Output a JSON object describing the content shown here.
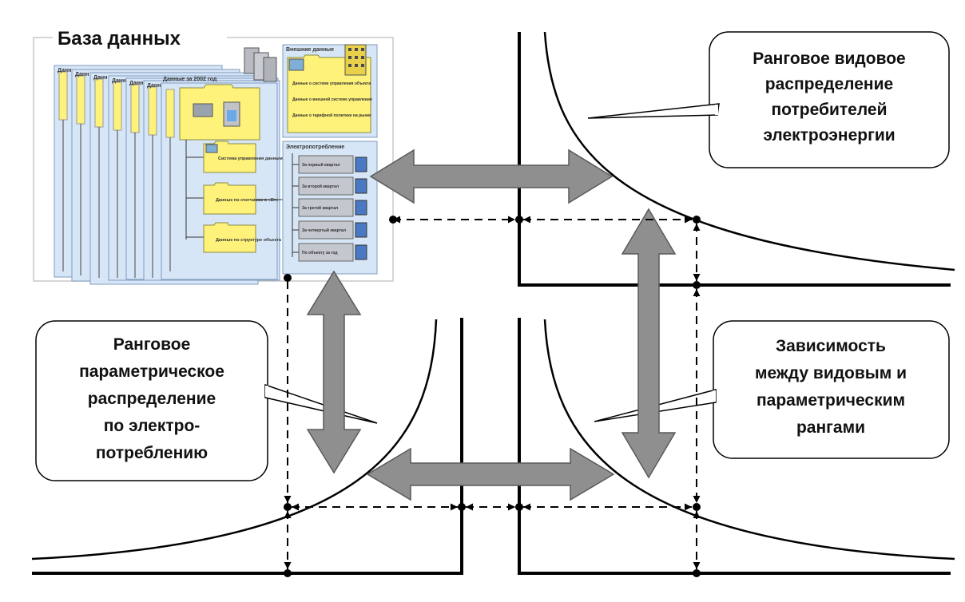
{
  "database": {
    "title": "База данных",
    "year_page_label": "Данные за 2002 год",
    "stack_tab_label": "Данн",
    "external": {
      "title": "Внешние данные",
      "items": [
        "Данные о системе управления объекта",
        "Данные о внешней системе управления",
        "Данные о тарифной политике на рынке"
      ]
    },
    "power": {
      "title": "Электропотребление",
      "quarters": [
        "За первый квартал",
        "За второй квартал",
        "За третий квартал",
        "За четвертый квартал",
        "По объекту за год"
      ]
    },
    "folders": [
      "Система управления данными",
      "Данные по счетчикам в «Вт»",
      "Данные по структуре объекта"
    ]
  },
  "callouts": {
    "top_right": [
      "Ранговое видовое",
      "распределение",
      "потребителей",
      "электроэнергии"
    ],
    "bottom_left": [
      "Ранговое",
      "параметрическое",
      "распределение",
      "по электро-",
      "потреблению"
    ],
    "bottom_right": [
      "Зависимость",
      "между видовым и",
      "параметрическим",
      "рангами"
    ]
  },
  "colors": {
    "arrow_fill": "#8f8f8f",
    "arrow_stroke": "#5a5a5a",
    "page_fill": "#d7e6f7",
    "page_border": "#7f9bbd",
    "folder_fill": "#fff27a",
    "line": "#000000"
  }
}
